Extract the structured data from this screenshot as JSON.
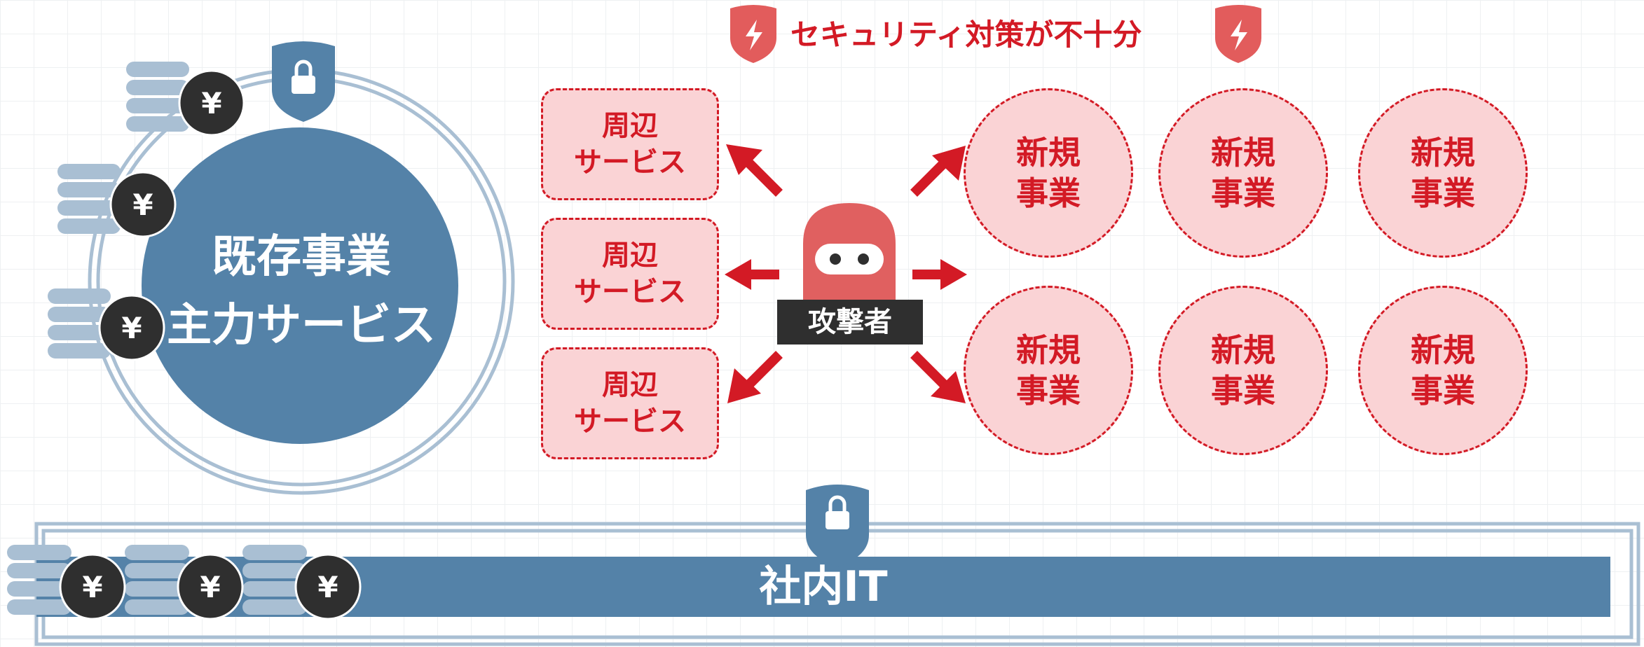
{
  "header": {
    "warning_title": "セキュリティ対策が不十分",
    "accent_red": "#d31a25",
    "accent_blue": "#5482a8"
  },
  "main_business": {
    "line1": "既存事業",
    "line2": "主力サービス"
  },
  "peripheral_services": [
    {
      "line1": "周辺",
      "line2": "サービス"
    },
    {
      "line1": "周辺",
      "line2": "サービス"
    },
    {
      "line1": "周辺",
      "line2": "サービス"
    }
  ],
  "new_businesses": [
    {
      "line1": "新規",
      "line2": "事業"
    },
    {
      "line1": "新規",
      "line2": "事業"
    },
    {
      "line1": "新規",
      "line2": "事業"
    },
    {
      "line1": "新規",
      "line2": "事業"
    },
    {
      "line1": "新規",
      "line2": "事業"
    },
    {
      "line1": "新規",
      "line2": "事業"
    }
  ],
  "attacker": {
    "label": "攻撃者"
  },
  "internal_it": {
    "label": "社内IT"
  },
  "currency_symbol": "¥",
  "icons": [
    "lock-shield-icon",
    "lightning-shield-icon",
    "coin-stack-icon",
    "yen-coin-icon",
    "attack-arrow-icon",
    "ninja-attacker-icon"
  ]
}
